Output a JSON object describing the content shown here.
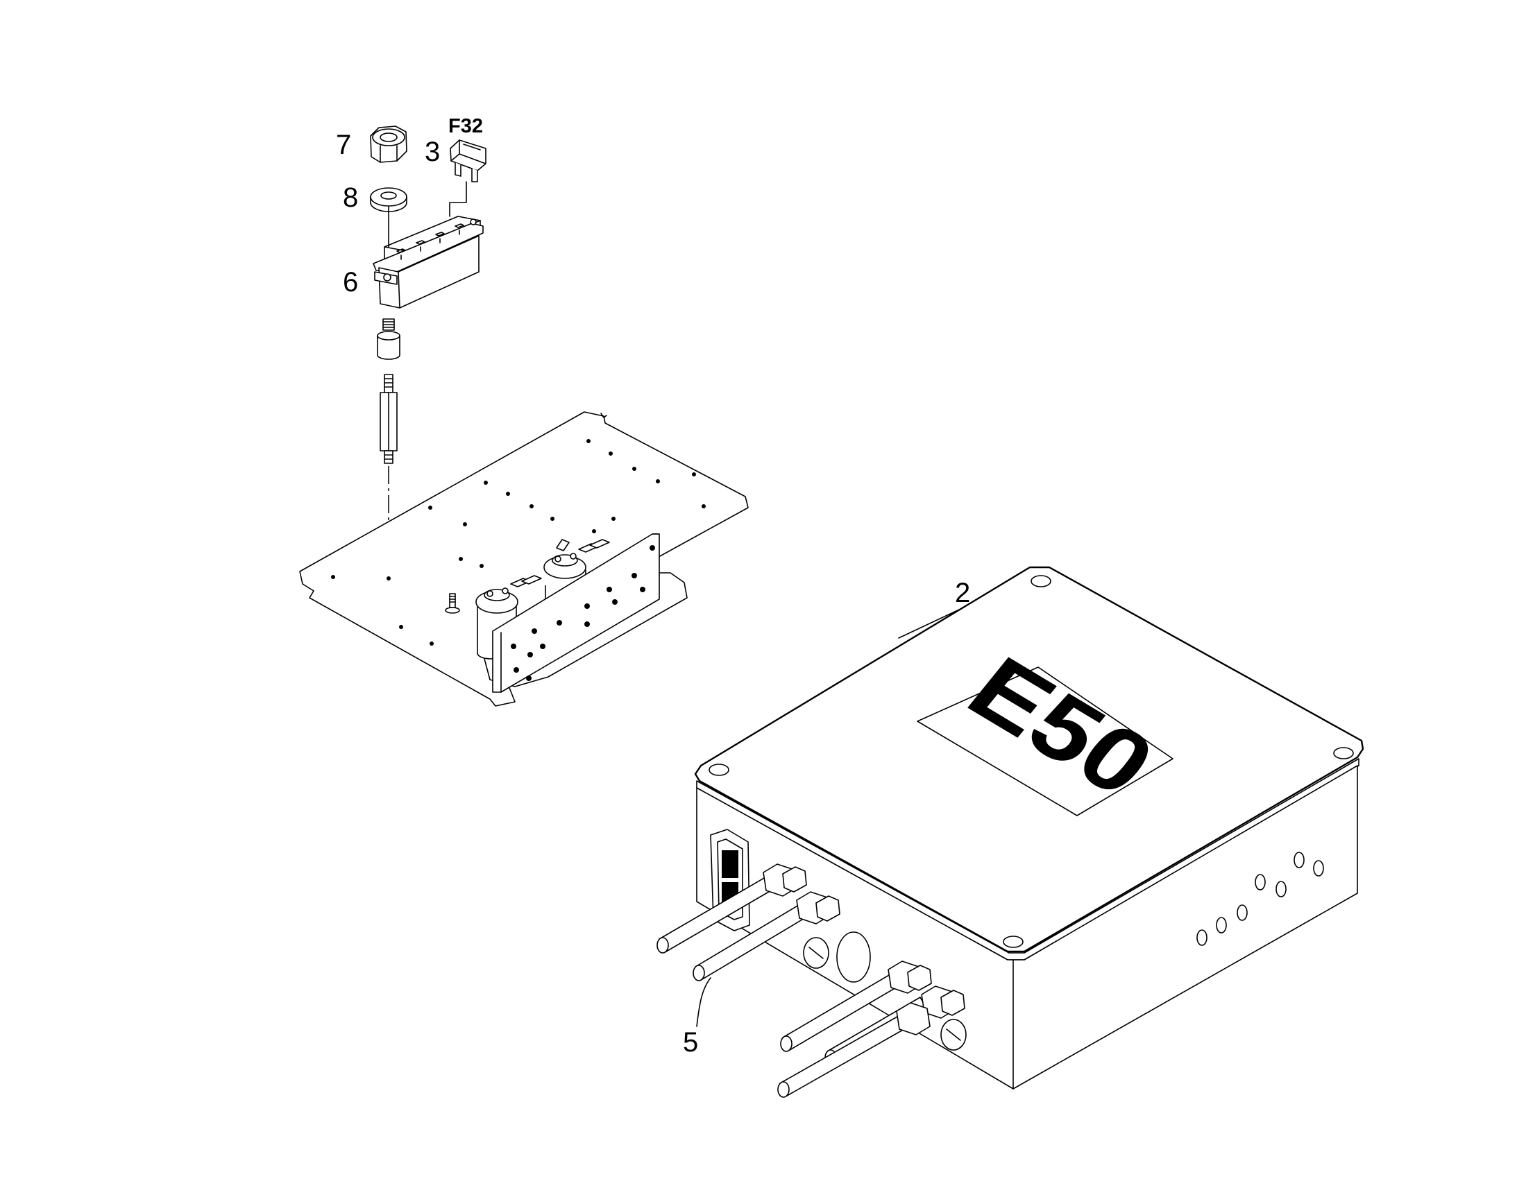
{
  "callouts": {
    "nut": "7",
    "washer": "8",
    "fuse": "3",
    "fuse_holder": "6",
    "control_box": "2",
    "cable": "5"
  },
  "fuse_reference": "F32",
  "box_label": "E50"
}
